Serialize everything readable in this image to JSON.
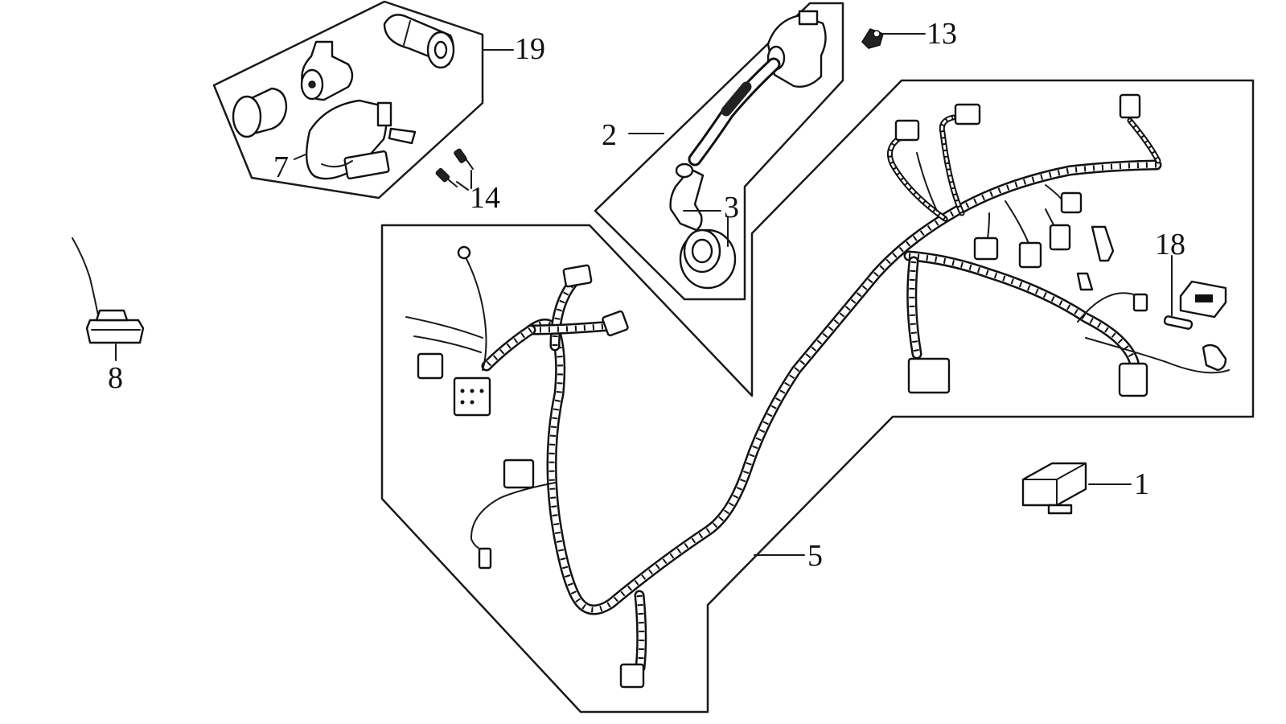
{
  "callouts": {
    "part_1": "1",
    "part_2": "2",
    "part_3": "3",
    "part_5": "5",
    "part_7": "7",
    "part_8": "8",
    "part_13": "13",
    "part_14": "14",
    "part_18": "18",
    "part_19": "19"
  },
  "colors": {
    "line": "#111111",
    "background": "#ffffff"
  }
}
